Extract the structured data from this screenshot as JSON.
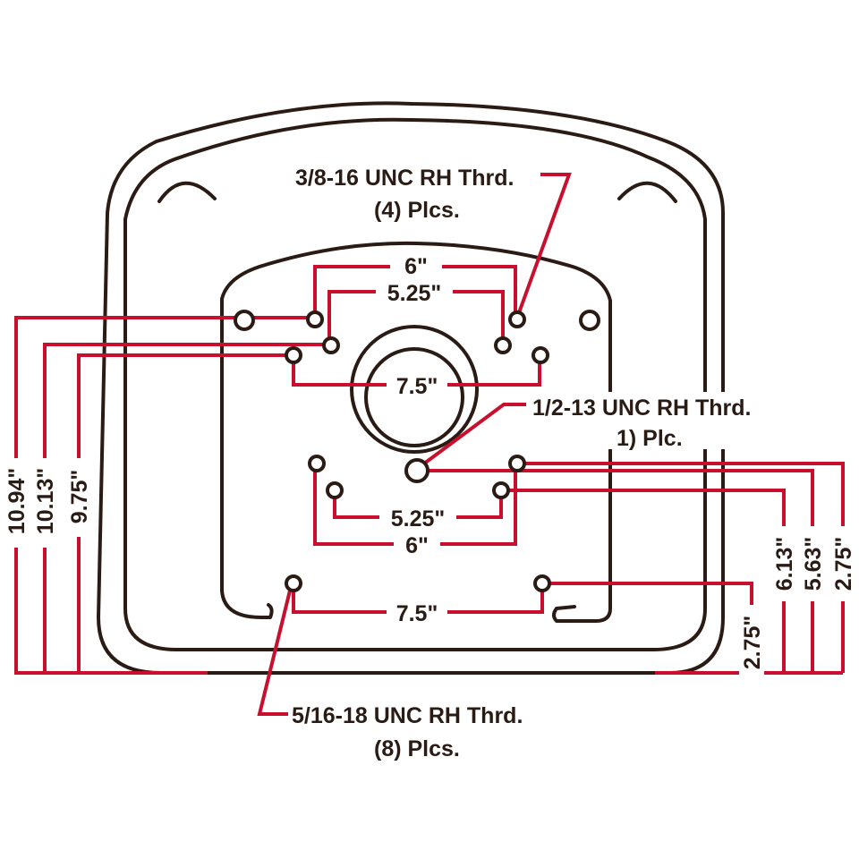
{
  "colors": {
    "outline": "#2a1b14",
    "dimension": "#c8102e",
    "label": "#2a1b14",
    "background": "#ffffff"
  },
  "callouts": {
    "top_thread": {
      "line1": "3/8-16 UNC RH Thrd.",
      "line2": "(4) Plcs."
    },
    "center_thread": {
      "line1": "1/2-13 UNC RH Thrd.",
      "line2": "1) Plc."
    },
    "bottom_thread": {
      "line1": "5/16-18 UNC RH Thrd.",
      "line2": "(8) Plcs."
    }
  },
  "dimensions": {
    "top_outer_width": "6\"",
    "top_inner_width": "5.25\"",
    "top_wide_width": "7.5\"",
    "mid_inner_width": "5.25\"",
    "mid_outer_width": "6\"",
    "bottom_wide_width": "7.5\"",
    "left_outer_height": "10.94\"",
    "left_mid_height": "10.13\"",
    "left_inner_height": "9.75\"",
    "right_outer_height": "2.75\"",
    "right_mid_height": "5.63\"",
    "right_inner_height": "6.13\"",
    "right_bottom_height": "2.75\""
  }
}
